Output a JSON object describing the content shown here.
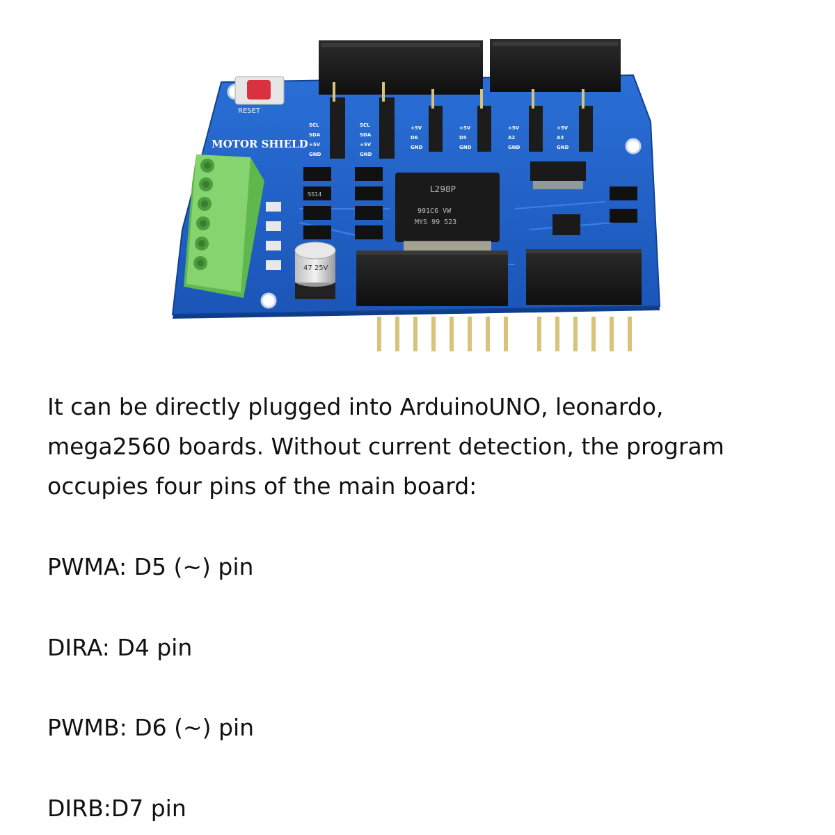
{
  "board": {
    "silkscreen_title": "MOTOR SHIELD",
    "reset_label": "RESET",
    "chip_label_1": "L298P",
    "chip_label_2": "991C6 VW",
    "chip_label_3": "MYS 99 523",
    "capacitor_label": "47 25V",
    "header_labels": [
      "SCL",
      "SDA",
      "+5V",
      "GND"
    ],
    "header_labels_b": [
      "+5V",
      "D6",
      "GND"
    ],
    "header_labels_c": [
      "+5V",
      "D5",
      "GND"
    ],
    "header_labels_d": [
      "+5V",
      "A2",
      "GND"
    ],
    "header_labels_e": [
      "+5V",
      "A3",
      "GND"
    ],
    "diode_label": "SS14",
    "colors": {
      "pcb": "#1f5fc4",
      "pcb_dark": "#17479a",
      "terminal": "#7fcf6a",
      "header": "#1c1c1c",
      "pins": "#d9c27a"
    }
  },
  "description": {
    "intro_lines": [
      "It can be directly plugged into ArduinoUNO, leonardo,",
      "mega2560 boards. Without current detection, the program",
      "occupies four pins of the main board:"
    ],
    "pins": [
      "PWMA: D5 (~) pin",
      "DIRA: D4 pin",
      "PWMB: D6 (~) pin",
      "DIRB:D7 pin"
    ]
  }
}
